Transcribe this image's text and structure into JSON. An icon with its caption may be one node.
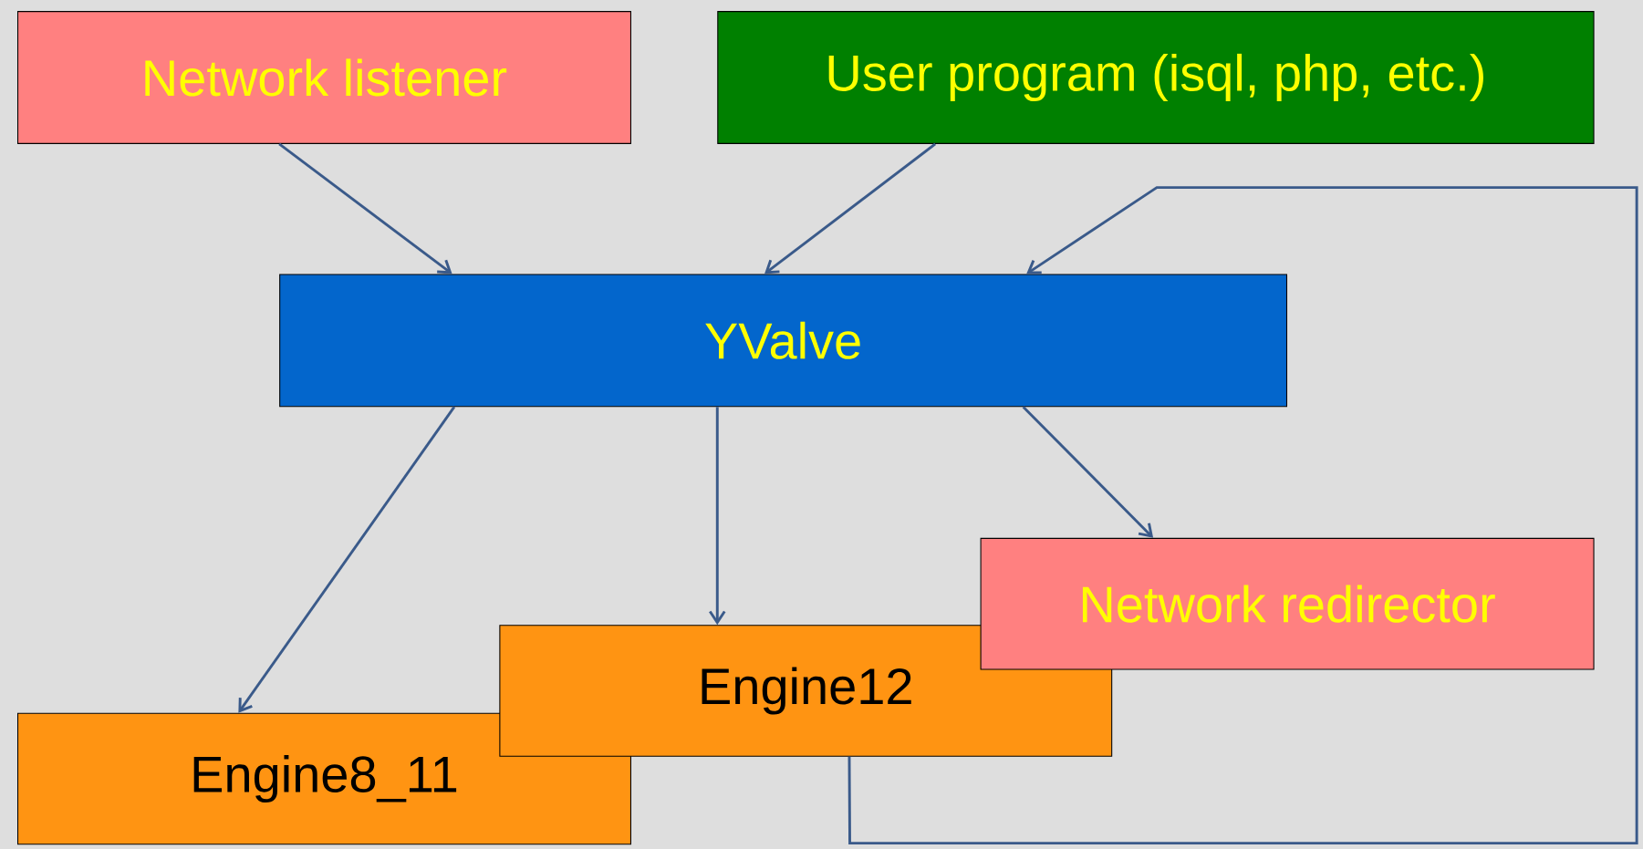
{
  "diagram": {
    "nodes": [
      {
        "text": [
          "Network listener"
        ]
      },
      {
        "text": [
          "User program (isql, php, etc.)"
        ]
      },
      {
        "text": [
          "YValve"
        ]
      },
      {
        "text": [
          "Network redirector"
        ]
      },
      {
        "text": [
          "Engine12"
        ]
      },
      {
        "text": [
          "Engine8_11"
        ]
      }
    ],
    "edges": [
      {
        "from": 0,
        "to": 2,
        "arrow": "to"
      },
      {
        "from": 1,
        "to": 2,
        "arrow": "to"
      },
      {
        "from": 4,
        "to": 2,
        "arrow": "to"
      },
      {
        "from": 2,
        "to": 5,
        "arrow": "to"
      },
      {
        "from": 2,
        "to": 4,
        "arrow": "to"
      },
      {
        "from": 2,
        "to": 3,
        "arrow": "to"
      }
    ]
  }
}
